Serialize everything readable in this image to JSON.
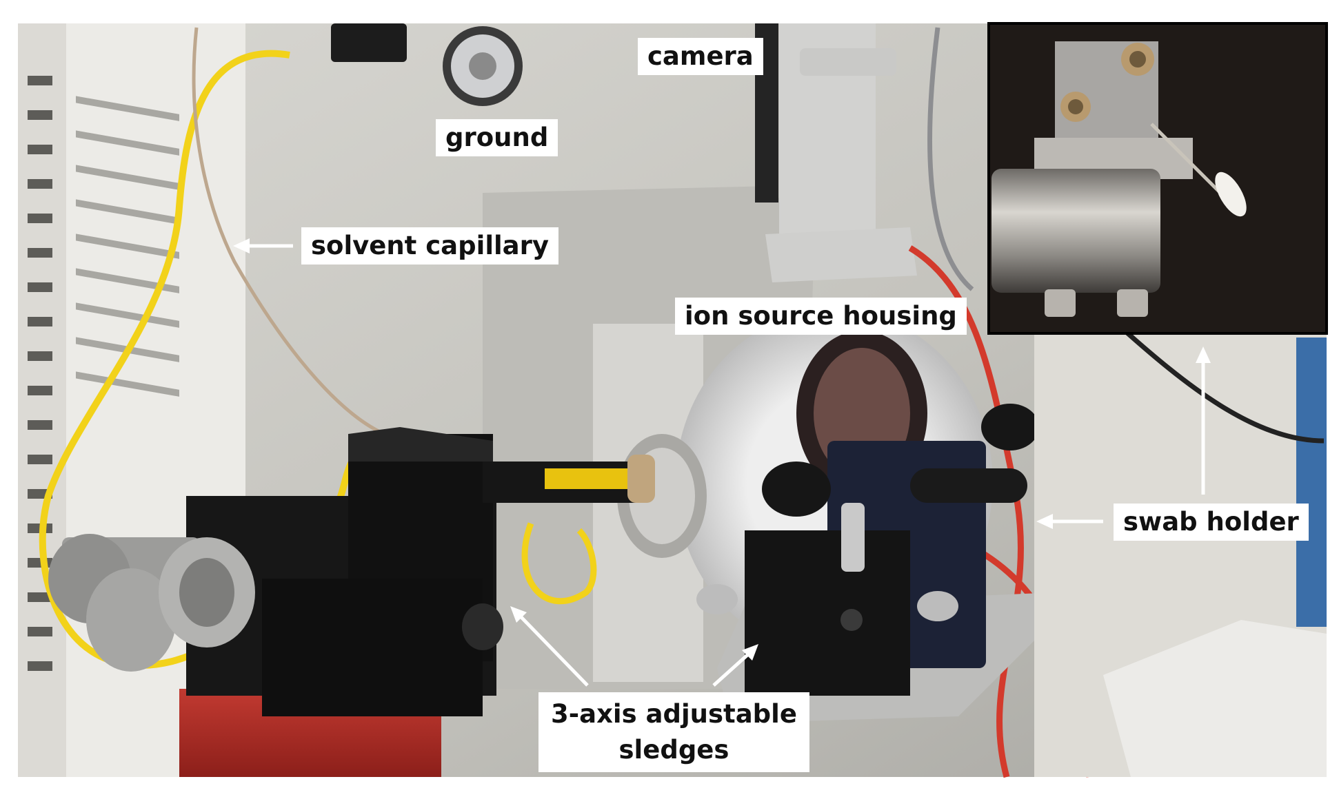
{
  "figure": {
    "labels": {
      "camera": "camera",
      "ground": "ground",
      "solvent_capillary": "solvent capillary",
      "ion_source_housing": "ion source housing",
      "swab_holder": "swab holder",
      "sledges_line1": "3-axis adjustable",
      "sledges_line2": "sledges"
    },
    "colors": {
      "frame": "#ffffff",
      "background_instrument": "#c9c8c2",
      "inset_background": "#1f1a17",
      "yellow_cable": "#f2d21a",
      "red_cable": "#d33a2c",
      "sledge_black": "#151515",
      "housing_silver": "#d7d7d7"
    }
  }
}
